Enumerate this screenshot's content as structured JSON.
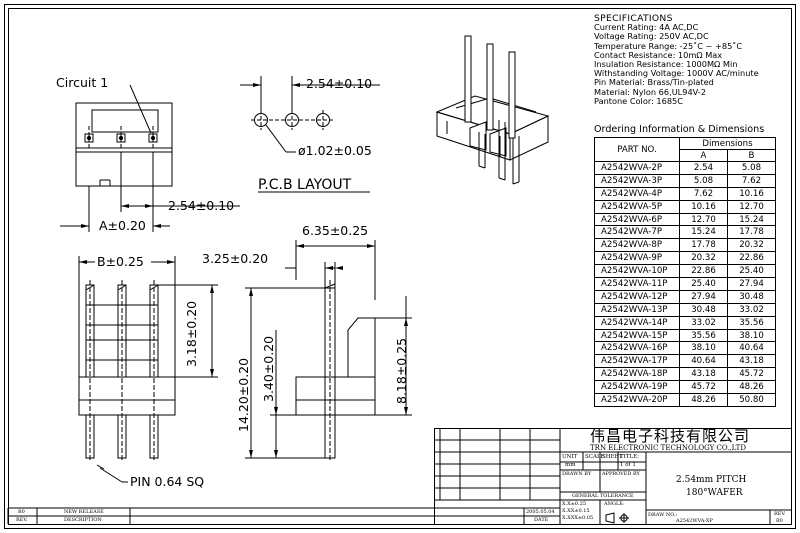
{
  "specifications": {
    "heading": "SPECIFICATIONS",
    "lines": [
      "Current Rating: 4A AC,DC",
      "Voltage Rating: 250V AC,DC",
      "Temperature Range: -25˚C ~ +85˚C",
      "Contact Resistance: 10mΩ Max",
      "Insulation Resistance: 1000MΩ Min",
      "Withstanding Voltage: 1000V AC/minute",
      "Pin Material: Brass/Tin-plated",
      "Material: Nylon 66,UL94V-2",
      "Pantone Color: 1685C"
    ]
  },
  "ordering": {
    "title": "Ordering Information & Dimensions",
    "col_part": "PART NO.",
    "col_dims": "Dimensions",
    "col_a": "A",
    "col_b": "B",
    "rows": [
      [
        "A2542WVA-2P",
        "2.54",
        "5.08"
      ],
      [
        "A2542WVA-3P",
        "5.08",
        "7.62"
      ],
      [
        "A2542WVA-4P",
        "7.62",
        "10.16"
      ],
      [
        "A2542WVA-5P",
        "10.16",
        "12.70"
      ],
      [
        "A2542WVA-6P",
        "12.70",
        "15.24"
      ],
      [
        "A2542WVA-7P",
        "15.24",
        "17.78"
      ],
      [
        "A2542WVA-8P",
        "17.78",
        "20.32"
      ],
      [
        "A2542WVA-9P",
        "20.32",
        "22.86"
      ],
      [
        "A2542WVA-10P",
        "22.86",
        "25.40"
      ],
      [
        "A2542WVA-11P",
        "25.40",
        "27.94"
      ],
      [
        "A2542WVA-12P",
        "27.94",
        "30.48"
      ],
      [
        "A2542WVA-13P",
        "30.48",
        "33.02"
      ],
      [
        "A2542WVA-14P",
        "33.02",
        "35.56"
      ],
      [
        "A2542WVA-15P",
        "35.56",
        "38.10"
      ],
      [
        "A2542WVA-16P",
        "38.10",
        "40.64"
      ],
      [
        "A2542WVA-17P",
        "40.64",
        "43.18"
      ],
      [
        "A2542WVA-18P",
        "43.18",
        "45.72"
      ],
      [
        "A2542WVA-19P",
        "45.72",
        "48.26"
      ],
      [
        "A2542WVA-20P",
        "48.26",
        "50.80"
      ]
    ]
  },
  "drawing": {
    "circuit_label": "Circuit 1",
    "pitch_top": "2.54±0.10",
    "pitch_front": "2.54±0.10",
    "a_dim": "A±0.20",
    "hole_dia": "ø1.02±0.05",
    "pcb_layout": "P.C.B LAYOUT",
    "b_dim": "B±0.25",
    "dim_318": "3.18±0.20",
    "dim_325": "3.25±0.20",
    "dim_635": "6.35±0.25",
    "dim_1420": "14.20±0.20",
    "dim_340": "3.40±0.20",
    "dim_818": "8.18±0.25",
    "pin_label": "PIN 0.64 SQ"
  },
  "title_block": {
    "company_cn": "伟昌电子科技有限公司",
    "company_en": "TRN ELECTRONIC TECHNOLOGY CO.,LTD",
    "unit_label": "UNIT",
    "unit_value": "mm",
    "scale_label": "SCALE",
    "sheet_label": "SHEET",
    "sheet_value": "1 of 1",
    "title_label": "TITLE:",
    "drawn_by": "DRAWN BY",
    "approved_by": "APPROVED BY",
    "title_line1": "2.54mm PITCH",
    "title_line2": "180°WAFER",
    "general_tolerance": "GENERAL TOLERANCE",
    "tol1": "X.X±0.25",
    "tol2": "X.XX±0.15",
    "tol3": "X.XXX±0.05",
    "angle_label": "ANGLE:",
    "drw_no_label": "DRAW NO.:",
    "drw_no_value": "A2542WVA-XP",
    "rev_label": "REV.",
    "rev_value": "B0",
    "rev_row": "B0",
    "rev_desc": "NEW RELEASE",
    "rev_date": "2005.05.04",
    "col_rev": "REV.",
    "col_desc": "DESCRIPTION",
    "col_date": "DATE"
  }
}
